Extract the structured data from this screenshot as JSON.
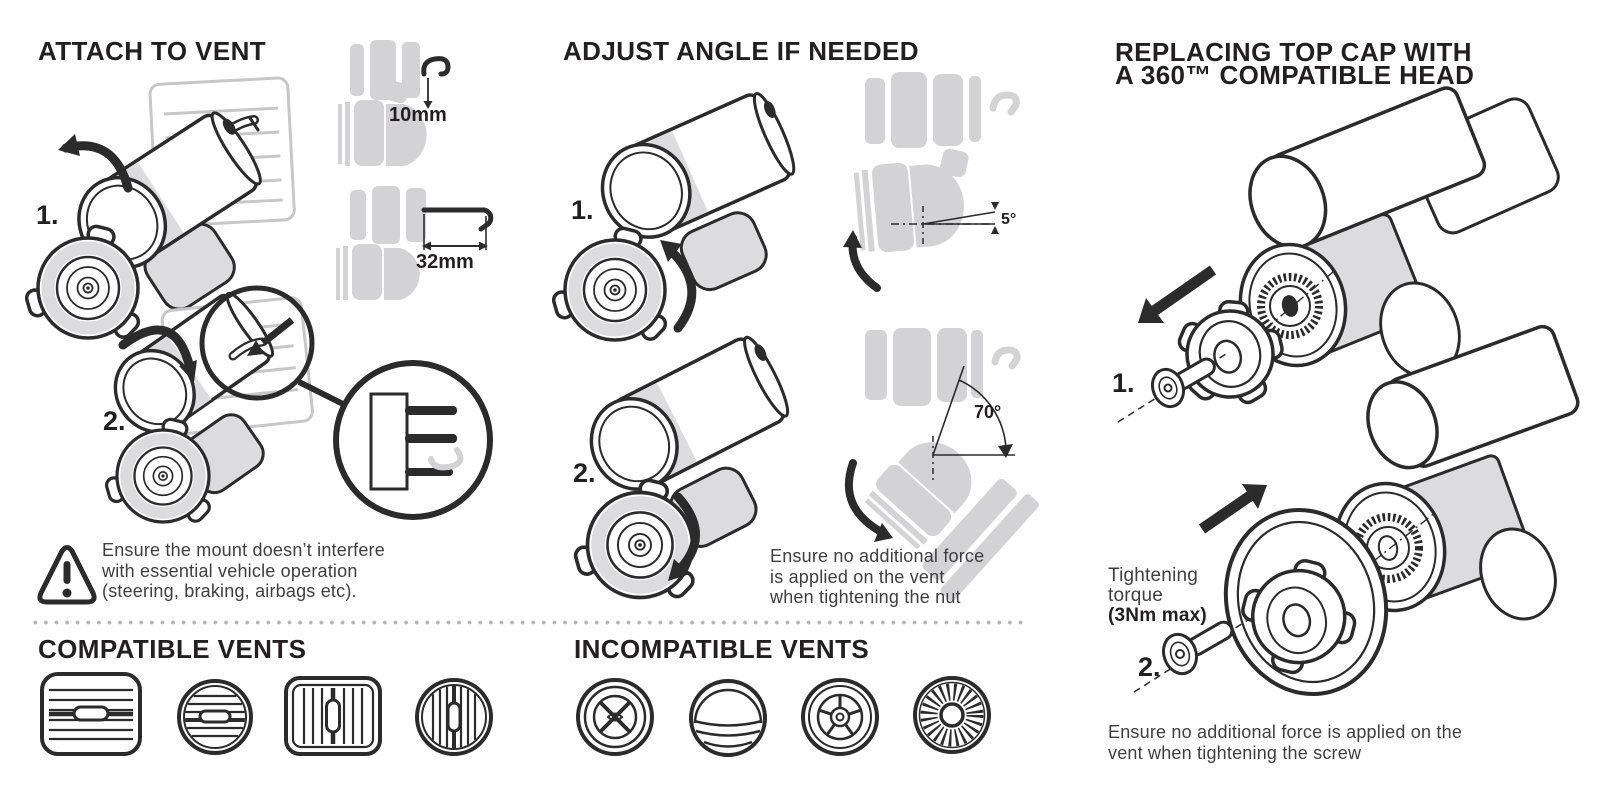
{
  "sections": {
    "attach": {
      "title": "ATTACH TO VENT",
      "steps": [
        "1.",
        "2."
      ],
      "dimensions": {
        "hook_depth": "10mm",
        "hook_width": "32mm"
      },
      "warning_lines": [
        "Ensure the mount doesn’t interfere",
        "with essential vehicle operation",
        "(steering, braking, airbags etc)."
      ]
    },
    "adjust": {
      "title": "ADJUST ANGLE IF NEEDED",
      "steps": [
        "1.",
        "2."
      ],
      "angles": {
        "min": "5°",
        "max": "70°"
      },
      "note_lines": [
        "Ensure no additional force",
        "is applied on the vent",
        "when tightening the nut"
      ]
    },
    "replace": {
      "title_lines": [
        "REPLACING TOP CAP WITH",
        "A 360™ COMPATIBLE HEAD"
      ],
      "steps": [
        "1.",
        "2."
      ],
      "torque_lines": [
        "Tightening",
        "torque",
        "(3Nm max)"
      ],
      "note_lines": [
        "Ensure no additional force is applied on the",
        "vent when tightening the screw"
      ]
    },
    "compatible_vents": {
      "title": "COMPATIBLE VENTS",
      "icons": [
        "rect-horizontal-slat-vent",
        "round-horizontal-slat-vent",
        "rect-vertical-slat-vent",
        "round-vertical-slat-vent"
      ]
    },
    "incompatible_vents": {
      "title": "INCOMPATIBLE VENTS",
      "icons": [
        "cross-ring-vent",
        "ball-swivel-vent",
        "spoked-wheel-vent",
        "turbine-vent"
      ]
    }
  },
  "colors": {
    "ink": "#2b2b2b",
    "heading": "#231f20",
    "body_text": "#3f3f3f",
    "light_gray": "#dcdcde",
    "silhouette": "#d3d3d5",
    "panel_gray": "#c7c7c9",
    "divider_dot": "#b5b5b5",
    "background": "#ffffff"
  }
}
